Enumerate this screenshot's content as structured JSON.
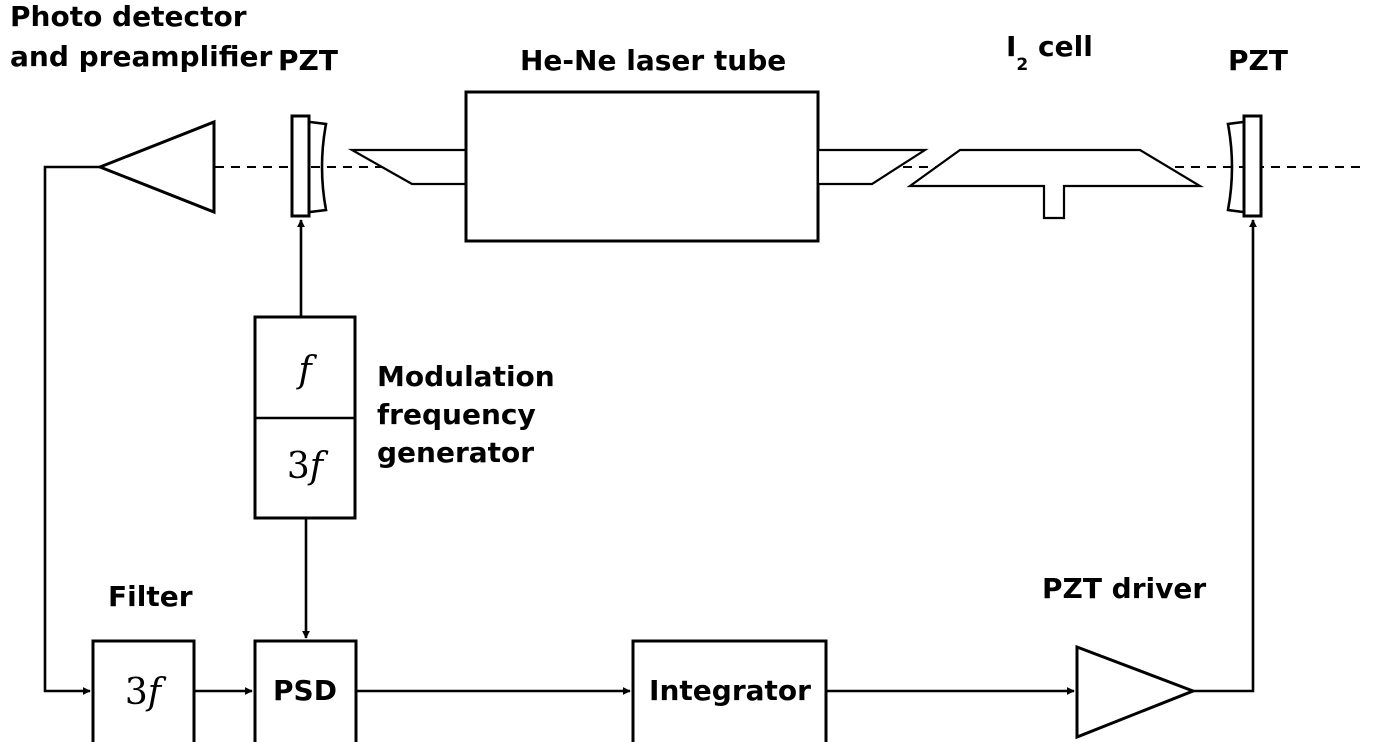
{
  "labels": {
    "photo_detector": [
      "Photo detector",
      "and preamplifier"
    ],
    "pzt_left": "PZT",
    "laser_tube": "He-Ne laser tube",
    "iodine_cell_main": "I",
    "iodine_cell_sub": "2",
    "iodine_cell_rest": " cell",
    "pzt_right": "PZT",
    "mod_gen": [
      "Modulation",
      "frequency",
      "generator"
    ],
    "filter_title": "Filter",
    "pzt_driver": "PZT driver"
  },
  "blocks": {
    "mod_f": "f",
    "mod_3f_num": "3",
    "mod_3f_var": "f",
    "filter_num": "3",
    "filter_var": "f",
    "psd": "PSD",
    "integrator": "Integrator"
  }
}
